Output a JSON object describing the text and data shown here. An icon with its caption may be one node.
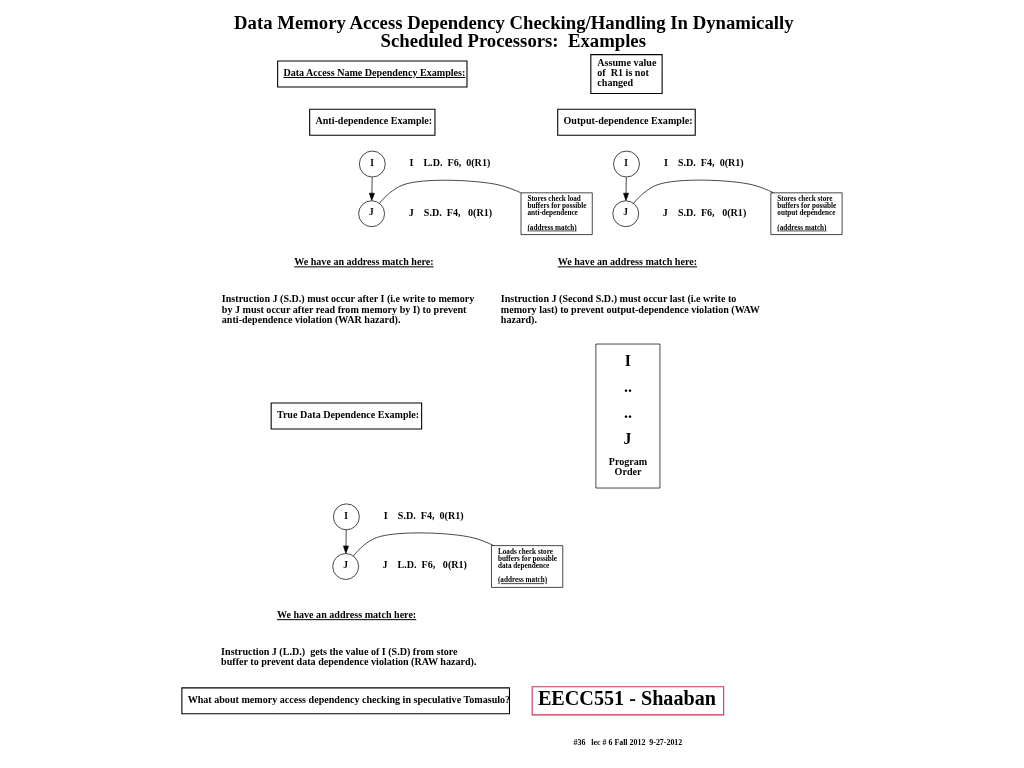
{
  "diagram": {
    "title": "Data Memory Access Dependency Checking/Handling In Dynamically Scheduled Processors:  Examples",
    "nodes": [
      {
        "text": [
          "Data Access Name Dependency Examples:"
        ]
      },
      {
        "text": [
          "Anti-dependence Example:"
        ]
      },
      {
        "text": [
          "I"
        ],
        "beside": [
          "I    L.D.  F6,  0(R1)"
        ]
      },
      {
        "text": [
          "J"
        ],
        "beside": [
          "J    S.D.  F4,   0(R1)"
        ]
      },
      {
        "text": [
          "Stores check load buffers for possible anti-dependence",
          "(address match)"
        ]
      },
      {
        "text": [
          "Output-dependence Example:"
        ]
      },
      {
        "text": [
          "I"
        ],
        "beside": [
          "I    S.D.  F4,  0(R1)"
        ]
      },
      {
        "text": [
          "J"
        ],
        "beside": [
          "J    S.D.  F6,   0(R1)"
        ]
      },
      {
        "text": [
          "Stores check store buffers for possible output dependence",
          "(address match)"
        ]
      },
      {
        "text": [
          "Assume value of  R1 is not changed"
        ]
      },
      {
        "text": [
          "True Data Dependence Example:"
        ]
      },
      {
        "text": [
          "I"
        ],
        "beside": [
          "I    S.D.  F4,  0(R1)"
        ]
      },
      {
        "text": [
          "J"
        ],
        "beside": [
          "J    L.D.  F6,   0(R1)"
        ]
      },
      {
        "text": [
          "Loads check store buffers for possible data dependence",
          "(address match)"
        ]
      },
      {
        "text": [
          "I",
          "..",
          "..",
          "J",
          "Program Order"
        ]
      },
      {
        "text": [
          "What about memory access dependency checking in speculative Tomasulo?"
        ]
      },
      {
        "text": [
          "EECC551 - Shaaban"
        ]
      }
    ],
    "edges": [
      {
        "from": 2,
        "to": 3,
        "arrow": "to"
      },
      {
        "from": 4,
        "to": 3,
        "arrow": "none"
      },
      {
        "from": 6,
        "to": 7,
        "arrow": "to"
      },
      {
        "from": 8,
        "to": 7,
        "arrow": "none"
      },
      {
        "from": 11,
        "to": 12,
        "arrow": "to"
      },
      {
        "from": 13,
        "to": 12,
        "arrow": "none"
      }
    ],
    "labels": [
      "We have an address match here:",
      "Instruction J (S.D.) must occur after I (i.e write to memory by J must occur after read from memory by I) to prevent anti-dependence violation (WAR hazard).",
      "We have an address match here:",
      "Instruction J (Second S.D.) must occur last (i.e write to memory last) to prevent output-dependence violation (WAW hazard).",
      "We have an address match here:",
      "Instruction J (L.D.)  gets the value of I (S.D) from store buffer to prevent data dependence violation (RAW hazard).",
      "#36   lec # 6 Fall 2012  9-27-2012"
    ]
  }
}
